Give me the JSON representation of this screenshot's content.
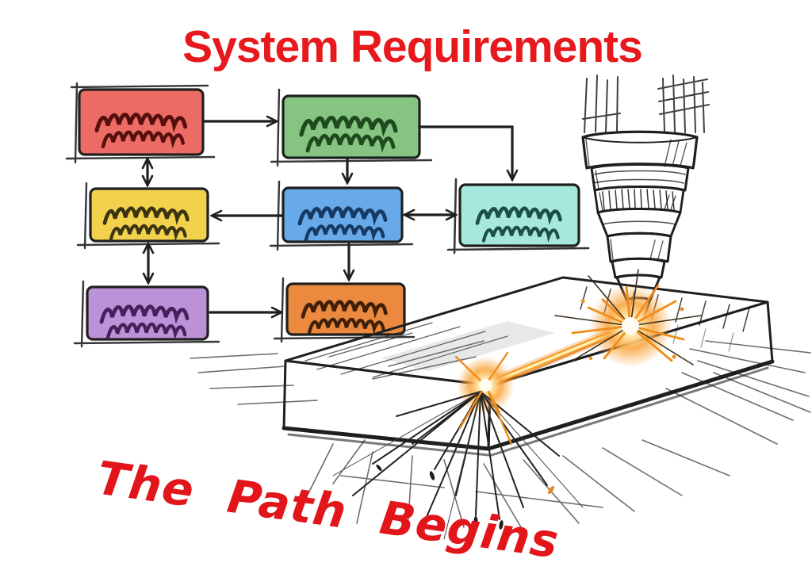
{
  "title": {
    "text": "System Requirements",
    "color": "#e7191d"
  },
  "caption": {
    "text": "The Path Begins",
    "color": "#e2151b"
  },
  "flowchart": {
    "style": "hand-drawn sketch",
    "boxes": [
      {
        "id": "red",
        "content": "scribble-lines",
        "color": "#ec6b64",
        "scribble": "#55100d"
      },
      {
        "id": "green",
        "content": "scribble-lines",
        "color": "#85c481",
        "scribble": "#1e4a1e"
      },
      {
        "id": "yellow",
        "content": "scribble-lines",
        "color": "#f2d24d",
        "scribble": "#3c3410"
      },
      {
        "id": "blue",
        "content": "scribble-lines",
        "color": "#68a9e9",
        "scribble": "#173a64"
      },
      {
        "id": "cyan",
        "content": "scribble-lines",
        "color": "#a6e8dc",
        "scribble": "#1d4f48"
      },
      {
        "id": "purple",
        "content": "scribble-lines",
        "color": "#bb92d7",
        "scribble": "#45215c"
      },
      {
        "id": "orange",
        "content": "scribble-lines",
        "color": "#eb8a3e",
        "scribble": "#3f1f07"
      }
    ],
    "connections": [
      {
        "from": "red",
        "to": "green",
        "style": "arrow"
      },
      {
        "from": "red",
        "to": "yellow",
        "style": "double-arrow"
      },
      {
        "from": "green",
        "to": "blue",
        "style": "arrow"
      },
      {
        "from": "green",
        "to": "cyan",
        "style": "elbow-arrow"
      },
      {
        "from": "blue",
        "to": "cyan",
        "style": "double-arrow"
      },
      {
        "from": "blue",
        "to": "yellow",
        "style": "arrow"
      },
      {
        "from": "yellow",
        "to": "purple",
        "style": "double-arrow"
      },
      {
        "from": "blue",
        "to": "orange",
        "style": "arrow"
      },
      {
        "from": "purple",
        "to": "orange",
        "style": "arrow"
      }
    ]
  },
  "illustration": {
    "subject": "laser cutting head engraving a metal plate",
    "beam_color": "#f79122",
    "beam_core_color": "#fff6d8",
    "spark_color": "#ef8d1c",
    "ink_color": "#1f1f1f"
  }
}
